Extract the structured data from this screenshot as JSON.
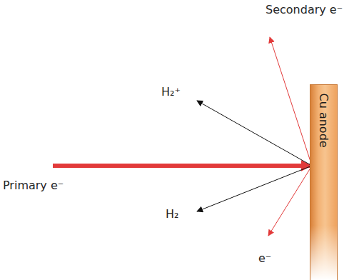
{
  "diagram": {
    "nodes": [
      {
        "text": [
          "Cu anode"
        ]
      }
    ],
    "labels": [
      "Secondary e⁻",
      "H₂⁺",
      "Primary e⁻",
      "H₂",
      "e⁻"
    ]
  }
}
